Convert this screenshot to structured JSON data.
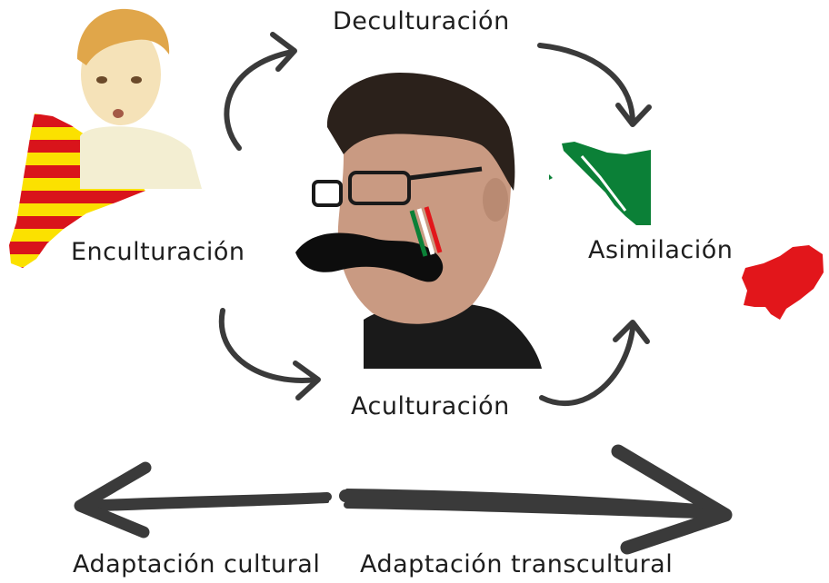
{
  "labels": {
    "deculturacion": "Deculturación",
    "enculturacion": "Enculturación",
    "asimilacion": "Asimilación",
    "aculturacion": "Aculturación",
    "adaptacion_cultural": "Adaptación cultural",
    "adaptacion_transcultural": "Adaptación transcultural"
  },
  "colors": {
    "arrow": "#3a3a3a",
    "catalan_red": "#d9141b",
    "catalan_yellow": "#fbe100",
    "mexico_green": "#0b8037",
    "mexico_red": "#e2161b",
    "hair": "#e0a64a",
    "skin": "#f5e2b8",
    "man_hair": "#2b211b",
    "man_skin": "#c99a82",
    "mustache": "#0d0d0d"
  },
  "images": {
    "child_on_catalonia_map": "child-catalonia-icon",
    "man_with_mustache": "mustache-man-icon",
    "mexico_map_green": "baja-california-icon",
    "mexico_map_red": "mexico-region-red-icon"
  }
}
